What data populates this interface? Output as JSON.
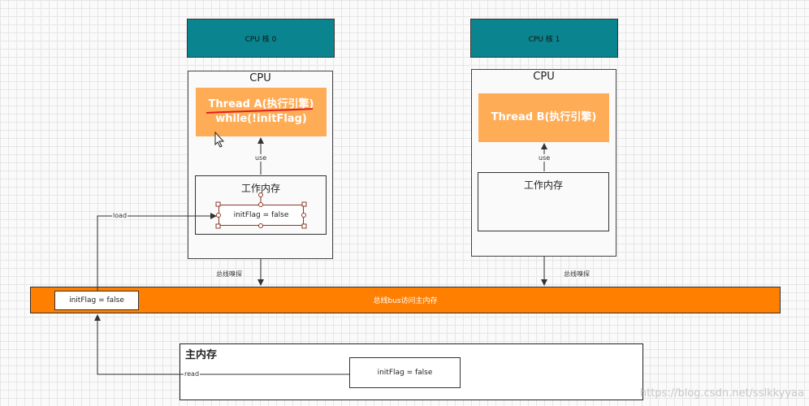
{
  "cores": {
    "core0": "CPU 核 0",
    "core1": "CPU 核 1"
  },
  "cpu_label": "CPU",
  "thread_a": {
    "line1": "Thread A(执行引擎)",
    "line2": "while(!initFlag)"
  },
  "thread_b": {
    "line1": "Thread B(执行引擎)"
  },
  "working_memory_label": "工作内存",
  "working_var": "initFlag = false",
  "edge_labels": {
    "use": "use",
    "load": "load",
    "read": "read",
    "bus_snoop": "总线嗅探"
  },
  "bus": {
    "label": "总线bus访问主内存",
    "var": "initFlag = false"
  },
  "main_memory": {
    "title": "主内存",
    "var": "initFlag = false"
  },
  "watermark": "https://blog.csdn.net/sslkkyyaa",
  "colors": {
    "core": "#0a858f",
    "thread": "#ffac56",
    "bus": "#ff7f00",
    "highlight": "#e02020"
  }
}
